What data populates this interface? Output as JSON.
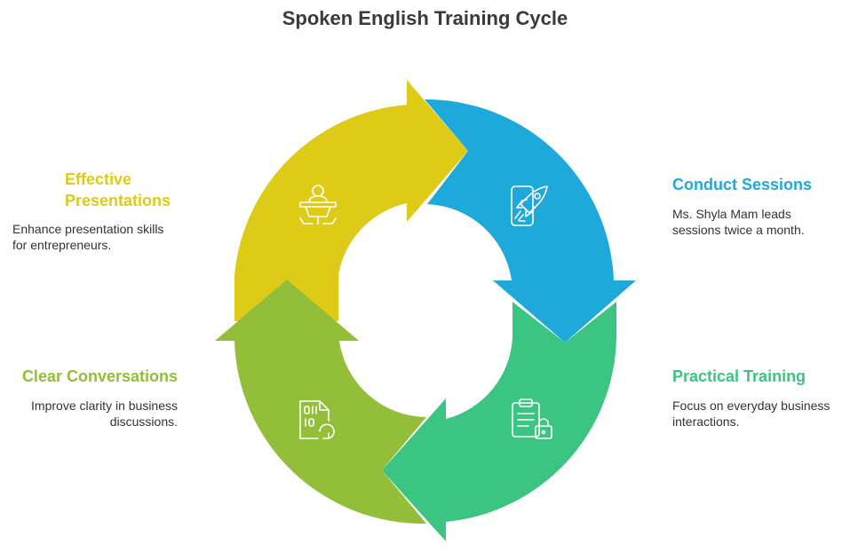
{
  "title": "Spoken English Training Cycle",
  "colors": {
    "yellow": "#DDCB18",
    "blue": "#1FA9DA",
    "green": "#3CC482",
    "olive": "#93BE3A"
  },
  "stages": {
    "effective_presentations": {
      "heading_line1": "Effective",
      "heading_line2": "Presentations",
      "desc_line1": "Enhance presentation skills",
      "desc_line2": "for entrepreneurs.",
      "icon": "presenter-podium-icon"
    },
    "conduct_sessions": {
      "heading": "Conduct Sessions",
      "desc_line1": "Ms. Shyla Mam leads",
      "desc_line2": "sessions twice a month.",
      "icon": "phone-rocket-icon"
    },
    "practical_training": {
      "heading": "Practical Training",
      "desc_line1": "Focus on everyday business",
      "desc_line2": "interactions.",
      "icon": "clipboard-lock-icon"
    },
    "clear_conversations": {
      "heading": "Clear Conversations",
      "desc_line1": "Improve clarity in business",
      "desc_line2": "discussions.",
      "icon": "binary-file-refresh-icon"
    }
  }
}
